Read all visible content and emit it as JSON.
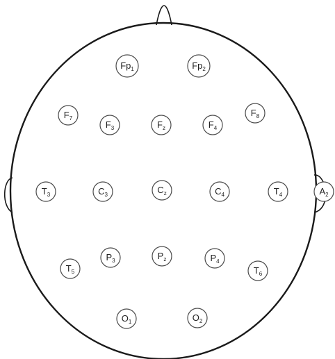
{
  "diagram": {
    "type": "eeg-10-20-electrode-placement",
    "stroke_color": "#1a1a1a",
    "electrodes": [
      {
        "id": "fp1",
        "letter": "Fp",
        "sub": "1"
      },
      {
        "id": "fp2",
        "letter": "Fp",
        "sub": "2"
      },
      {
        "id": "f7",
        "letter": "F",
        "sub": "7"
      },
      {
        "id": "f3",
        "letter": "F",
        "sub": "3"
      },
      {
        "id": "fz",
        "letter": "F",
        "sub": "z"
      },
      {
        "id": "f4",
        "letter": "F",
        "sub": "4"
      },
      {
        "id": "f8",
        "letter": "F",
        "sub": "8"
      },
      {
        "id": "t3",
        "letter": "T",
        "sub": "3"
      },
      {
        "id": "c3",
        "letter": "C",
        "sub": "3"
      },
      {
        "id": "cz",
        "letter": "C",
        "sub": "z"
      },
      {
        "id": "c4",
        "letter": "C",
        "sub": "4"
      },
      {
        "id": "t4",
        "letter": "T",
        "sub": "4"
      },
      {
        "id": "a2",
        "letter": "A",
        "sub": "2"
      },
      {
        "id": "t5",
        "letter": "T",
        "sub": "5"
      },
      {
        "id": "p3",
        "letter": "P",
        "sub": "3"
      },
      {
        "id": "pz",
        "letter": "P",
        "sub": "z"
      },
      {
        "id": "p4",
        "letter": "P",
        "sub": "4"
      },
      {
        "id": "t6",
        "letter": "T",
        "sub": "6"
      },
      {
        "id": "o1",
        "letter": "O",
        "sub": "1"
      },
      {
        "id": "o2",
        "letter": "O",
        "sub": "2"
      }
    ]
  }
}
